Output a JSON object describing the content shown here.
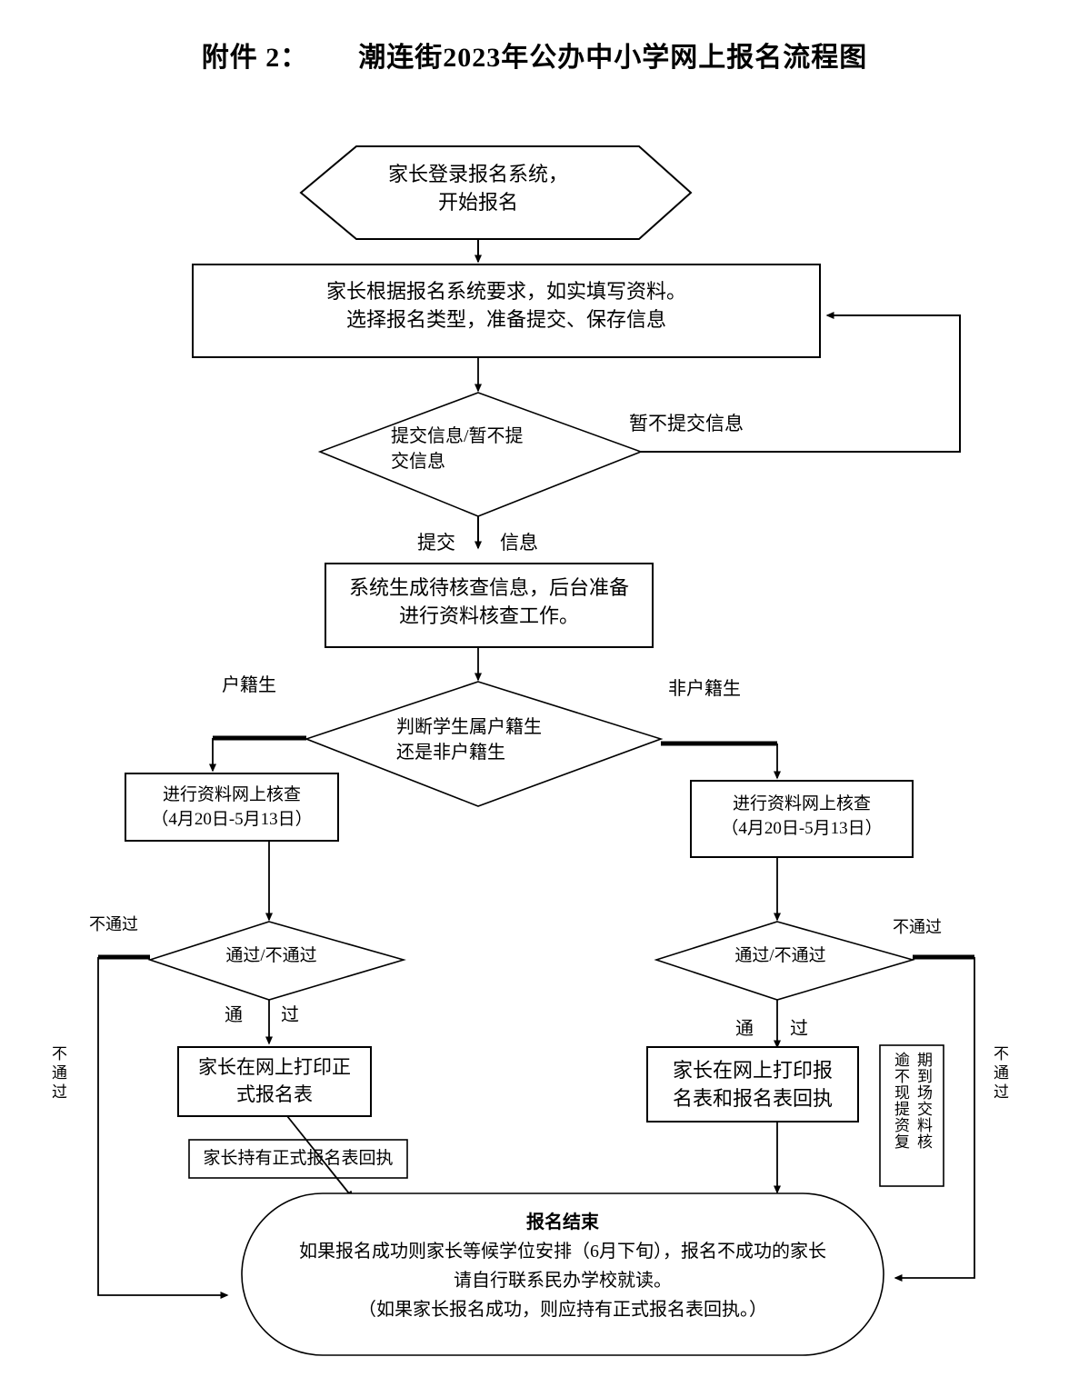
{
  "document": {
    "title_prefix": "附件 2：",
    "title": "潮连街2023年公办中小学网上报名流程图"
  },
  "flowchart": {
    "type": "flowchart",
    "nodes": {
      "start": {
        "shape": "hexagon",
        "text": "家长登录报名系统，\n开始报名"
      },
      "fill_form": {
        "shape": "rectangle",
        "text": "家长根据报名系统要求，如实填写资料。\n选择报名类型，准备提交、保存信息"
      },
      "submit_decision": {
        "shape": "diamond",
        "text": "提交信息/暂不提\n交信息"
      },
      "system_generate": {
        "shape": "rectangle",
        "text": "系统生成待核查信息，后台准备\n进行资料核查工作。"
      },
      "hukou_decision": {
        "shape": "diamond",
        "text": "判断学生属户籍生\n还是非户籍生"
      },
      "review_left": {
        "shape": "rectangle",
        "text": "进行资料网上核查\n（4月20日-5月13日）"
      },
      "review_right": {
        "shape": "rectangle",
        "text": "进行资料网上核查\n（4月20日-5月13日）"
      },
      "pass_decision_left": {
        "shape": "diamond",
        "text": "通过/不通过"
      },
      "pass_decision_right": {
        "shape": "diamond",
        "text": "通过/不通过"
      },
      "print_left": {
        "shape": "rectangle",
        "text": "家长在网上打印正\n式报名表"
      },
      "receipt_left": {
        "shape": "rectangle",
        "text": "家长持有正式报名表回执"
      },
      "print_right": {
        "shape": "rectangle",
        "text": "家长在网上打印报\n名表和报名表回执"
      },
      "overdue_note": {
        "shape": "rectangle-vertical-text",
        "column_right": "期到场交料核",
        "column_left": "逾不现提资复"
      },
      "end": {
        "shape": "stadium",
        "heading": "报名结束",
        "line1": "如果报名成功则家长等候学位安排（6月下旬），报名不成功的家长",
        "line2": "请自行联系民办学校就读。",
        "line3": "（如果家长报名成功，则应持有正式报名表回执。）"
      }
    },
    "edge_labels": {
      "hold_submit": "暂不提交信息",
      "do_submit_left": "提交",
      "do_submit_right": "信息",
      "hukou_student": "户籍生",
      "non_hukou_student": "非户籍生",
      "fail_left_top": "不通过",
      "fail_right_top": "不通过",
      "pass_left_a": "通",
      "pass_left_b": "过",
      "pass_right_a": "通",
      "pass_right_b": "过",
      "fail_left_vertical": "不通过",
      "fail_right_vertical": "不通过"
    },
    "colors": {
      "stroke": "#000000",
      "fill": "#ffffff",
      "text": "#000000"
    }
  }
}
